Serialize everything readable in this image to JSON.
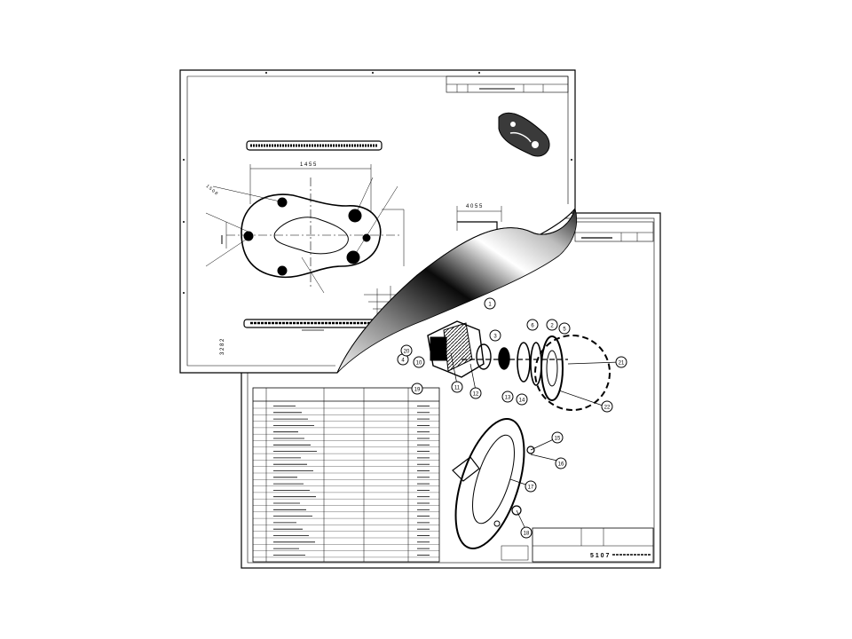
{
  "scene": {
    "description_visible_text": false
  },
  "front_sheet": {
    "top_dimension": "1 4 5 5",
    "right_dimension": "4 0 5 5",
    "left_dimension": "1 5 0 8",
    "vertical_dimension": "3 2 8 2"
  },
  "back_sheet": {
    "balloons": [
      "1",
      "3",
      "6",
      "2",
      "5",
      "21",
      "22",
      "4",
      "10",
      "11",
      "12",
      "13",
      "14",
      "15",
      "16",
      "17",
      "18",
      "19",
      "20"
    ],
    "title_number": "5 1 0 7"
  },
  "colors": {
    "ink": "#000000",
    "paper": "#ffffff",
    "curl_light": "#f2f2f2",
    "curl_dark": "#0a0a0a"
  }
}
